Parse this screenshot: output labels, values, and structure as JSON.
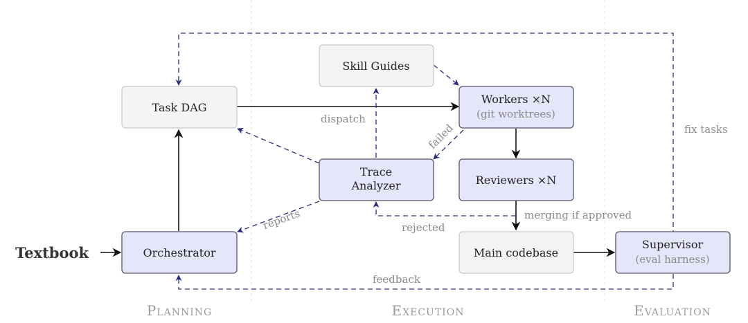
{
  "input": {
    "label": "Textbook"
  },
  "phases": {
    "planning": "Planning",
    "execution": "Execution",
    "evaluation": "Evaluation"
  },
  "nodes": {
    "task_dag": {
      "label": "Task DAG"
    },
    "orchestrator": {
      "label": "Orchestrator"
    },
    "skill_guides": {
      "label": "Skill Guides"
    },
    "workers": {
      "label": "Workers ×N",
      "sublabel": "(git worktrees)"
    },
    "trace_analyzer": {
      "line1": "Trace",
      "line2": "Analyzer"
    },
    "reviewers": {
      "label": "Reviewers ×N"
    },
    "main_codebase": {
      "label": "Main codebase"
    },
    "supervisor": {
      "label": "Supervisor",
      "sublabel": "(eval harness)"
    }
  },
  "edges": {
    "dispatch": "dispatch",
    "failed": "failed",
    "reports": "reports",
    "rejected": "rejected",
    "merging": "merging if approved",
    "feedback": "feedback",
    "fix_tasks": "fix tasks"
  }
}
